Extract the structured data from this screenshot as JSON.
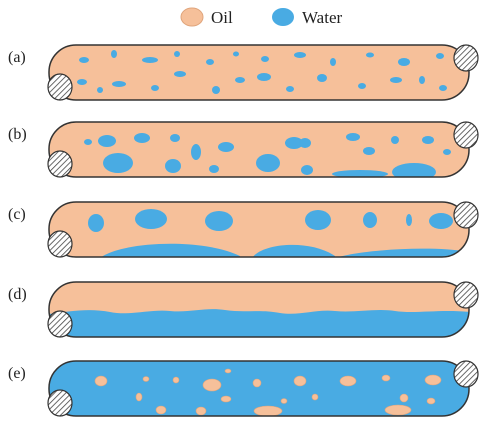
{
  "legend": [
    {
      "label": "Oil",
      "color": "#f6c09a"
    },
    {
      "label": "Water",
      "color": "#49abe3"
    }
  ],
  "panels": [
    {
      "label": "(a)",
      "pattern": "fine-dispersed-water-droplets-in-oil"
    },
    {
      "label": "(b)",
      "pattern": "water-droplets-settling-in-oil"
    },
    {
      "label": "(c)",
      "pattern": "large-water-drops-and-bottom-water-lenses"
    },
    {
      "label": "(d)",
      "pattern": "stratified-water-layer-under-oil"
    },
    {
      "label": "(e)",
      "pattern": "oil-droplets-dispersed-in-water"
    }
  ],
  "colors": {
    "oil": "#f6c09a",
    "water": "#49abe3",
    "outline": "#333333"
  }
}
